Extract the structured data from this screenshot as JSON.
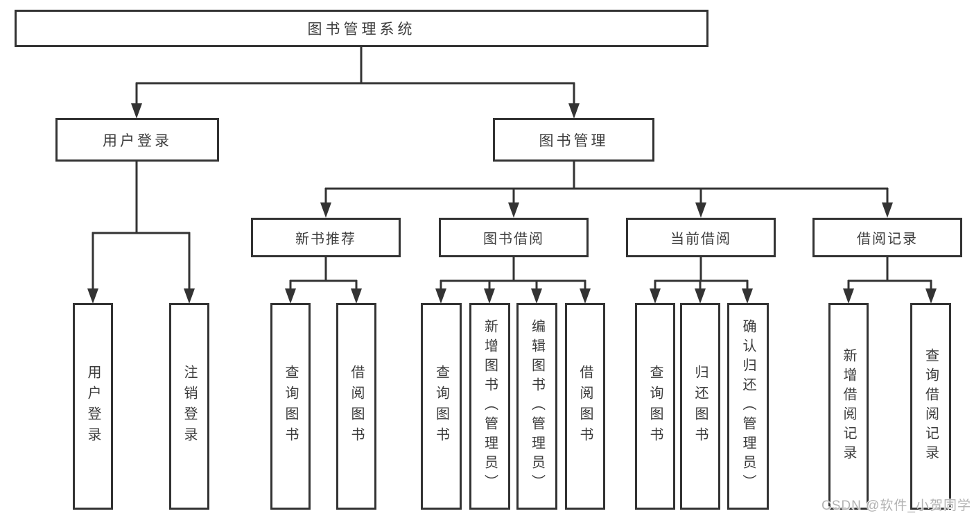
{
  "tree": {
    "root": "图书管理系统",
    "branches": [
      {
        "label": "用户登录",
        "children": [
          "用户登录",
          "注销登录"
        ]
      },
      {
        "label": "图书管理",
        "groups": [
          {
            "label": "新书推荐",
            "children": [
              "查询图书",
              "借阅图书"
            ]
          },
          {
            "label": "图书借阅",
            "children": [
              "查询图书",
              "新增图书（管理员）",
              "编辑图书（管理员）",
              "借阅图书"
            ]
          },
          {
            "label": "当前借阅",
            "children": [
              "查询图书",
              "归还图书",
              "确认归还（管理员）"
            ]
          },
          {
            "label": "借阅记录",
            "children": [
              "新增借阅记录",
              "查询借阅记录"
            ]
          }
        ]
      }
    ]
  },
  "watermark": "CSDN @软件_小贺同学",
  "colors": {
    "line": "#333333",
    "text": "#3c3c3c",
    "box_background": "#ffffff",
    "watermark": "#b3b3b3",
    "page_background": "#ffffff"
  }
}
